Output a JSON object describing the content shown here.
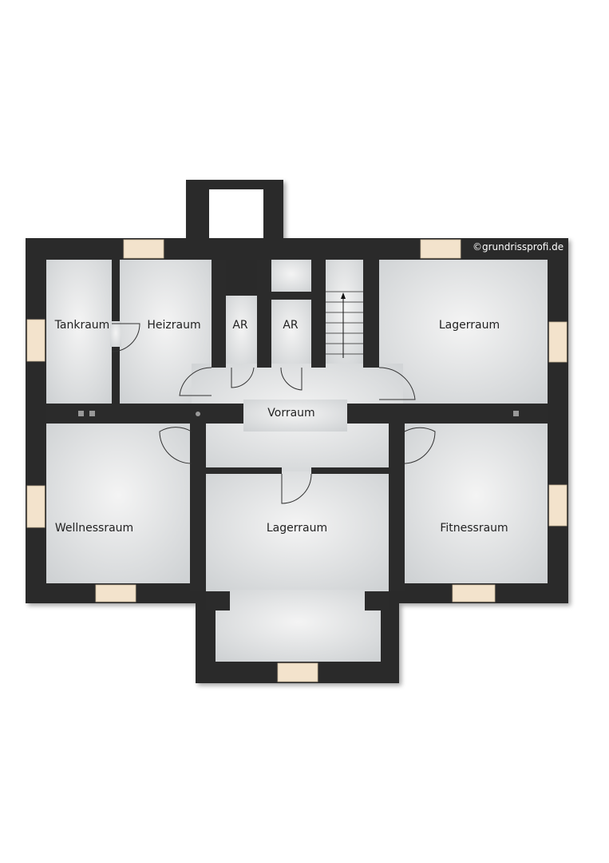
{
  "watermark": "©grundrissprofi.de",
  "rooms": {
    "tankraum": "Tankraum",
    "heizraum": "Heizraum",
    "ar1": "AR",
    "ar2": "AR",
    "lagerraum_top": "Lagerraum",
    "vorraum": "Vorraum",
    "wellnessraum": "Wellnessraum",
    "lagerraum_bottom": "Lagerraum",
    "fitnessraum": "Fitnessraum"
  },
  "colors": {
    "wall": "#2b2b2b",
    "floor": "#d9dbdc",
    "window": "#f3e3cc"
  }
}
